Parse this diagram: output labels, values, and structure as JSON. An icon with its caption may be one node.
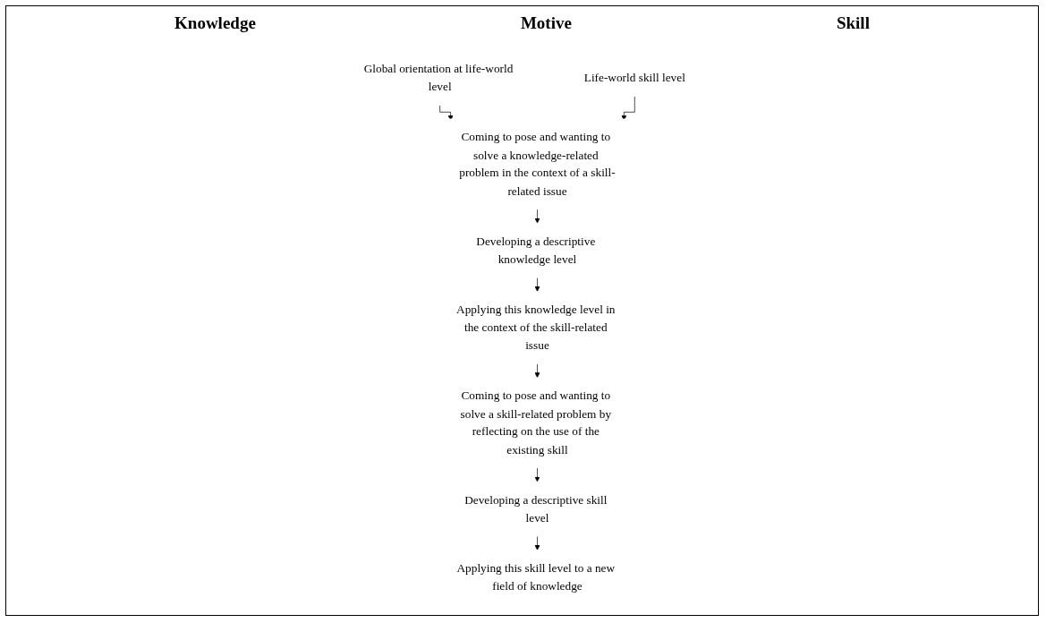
{
  "diagram": {
    "nodes": [
      {
        "text": [
          "Global orientation at life-world level"
        ]
      },
      {
        "text": [
          "Life-world skill level"
        ]
      },
      {
        "text": [
          "Coming to pose and wanting to solve a knowledge-related problem in the context of a skill-related issue"
        ]
      },
      {
        "text": [
          "Developing a descriptive knowledge level"
        ]
      },
      {
        "text": [
          "Applying this knowledge level in the context of the skill-related issue"
        ]
      },
      {
        "text": [
          "Coming to pose and wanting to solve a skill-related problem by reflecting on the use of the existing skill"
        ]
      },
      {
        "text": [
          "Developing a descriptive skill level"
        ]
      },
      {
        "text": [
          "Applying this skill level to a new field of knowledge"
        ]
      }
    ],
    "edges": [
      {
        "from": 0,
        "to": 2,
        "arrow": "to"
      },
      {
        "from": 1,
        "to": 2,
        "arrow": "to"
      },
      {
        "from": 2,
        "to": 3,
        "arrow": "to"
      },
      {
        "from": 3,
        "to": 4,
        "arrow": "to"
      },
      {
        "from": 4,
        "to": 5,
        "arrow": "to"
      },
      {
        "from": 5,
        "to": 6,
        "arrow": "to"
      },
      {
        "from": 6,
        "to": 7,
        "arrow": "to"
      }
    ],
    "labels": [
      "Knowledge",
      "Motive",
      "Skill"
    ]
  }
}
